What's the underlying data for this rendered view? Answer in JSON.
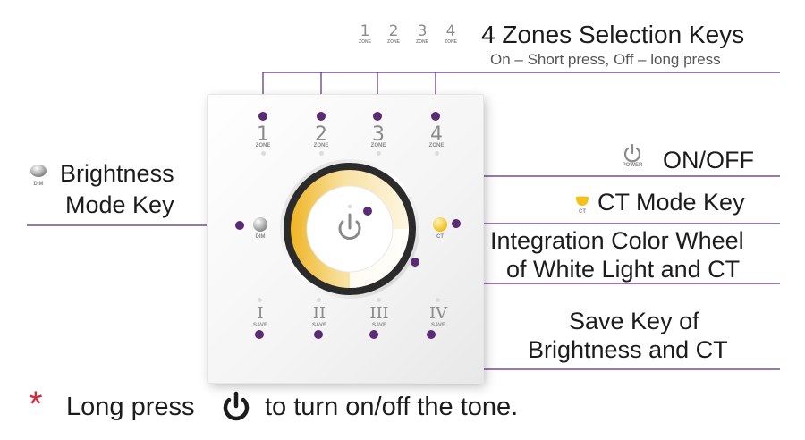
{
  "zone_selection": {
    "keys": [
      "1",
      "2",
      "3",
      "4"
    ],
    "key_sublabel": "ZONE",
    "title": "4 Zones Selection Keys",
    "subtitle": "On – Short press, Off – long press"
  },
  "power": {
    "sublabel": "POWER",
    "label": "ON/OFF"
  },
  "brightness": {
    "sublabel": "DIM",
    "label_line1": "Brightness",
    "label_line2": "Mode Key"
  },
  "ct_mode": {
    "sublabel": "CT",
    "label": "CT Mode Key"
  },
  "color_wheel": {
    "label_line1": "Integration Color Wheel",
    "label_line2": "of White Light and CT"
  },
  "save_keys": {
    "keys": [
      "I",
      "II",
      "III",
      "IV"
    ],
    "key_sublabel": "SAVE",
    "label_line1": "Save Key of",
    "label_line2": "Brightness and CT"
  },
  "note": {
    "asterisk": "*",
    "before": "Long press",
    "after": "to turn on/off the tone."
  },
  "colors": {
    "callout_line": "#5a2b73",
    "asterisk": "#d0283c",
    "ct_led": "#f5c21a"
  }
}
